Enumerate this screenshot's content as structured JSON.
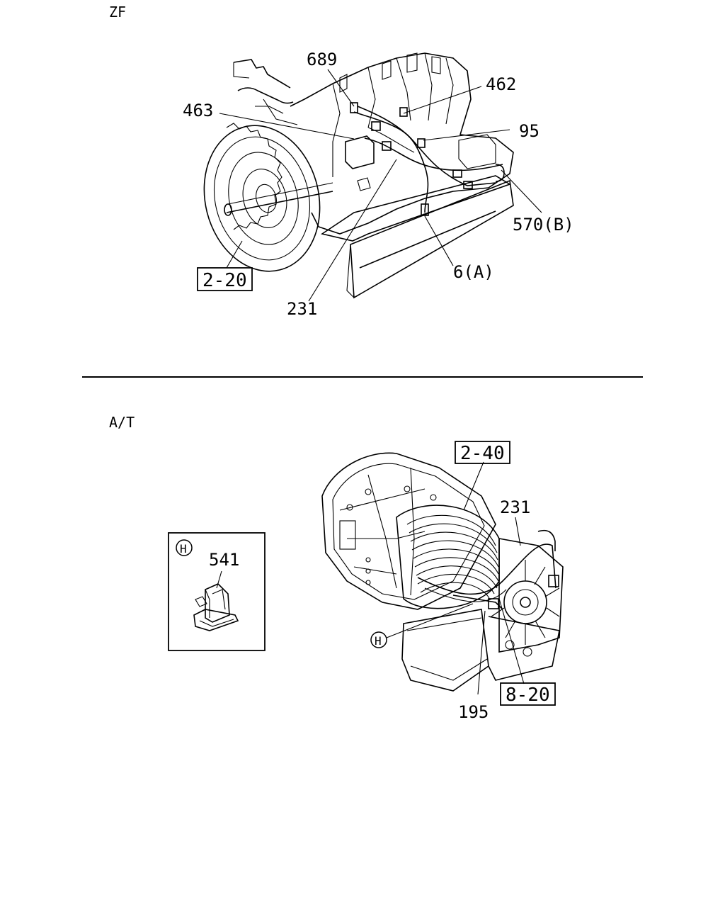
{
  "sections": {
    "zf_label": "ZF",
    "at_label": "A/T"
  },
  "zf_callouts": {
    "c689": "689",
    "c462": "462",
    "c463": "463",
    "c95": "95",
    "c570b": "570(B)",
    "c6a": "6(A)",
    "c231": "231",
    "ref_2_20": "2-20"
  },
  "at_callouts": {
    "ref_2_40": "2-40",
    "c231": "231",
    "c195": "195",
    "ref_8_20": "8-20",
    "marker_h": "H"
  },
  "detail_box": {
    "marker": "H",
    "part": "541"
  }
}
